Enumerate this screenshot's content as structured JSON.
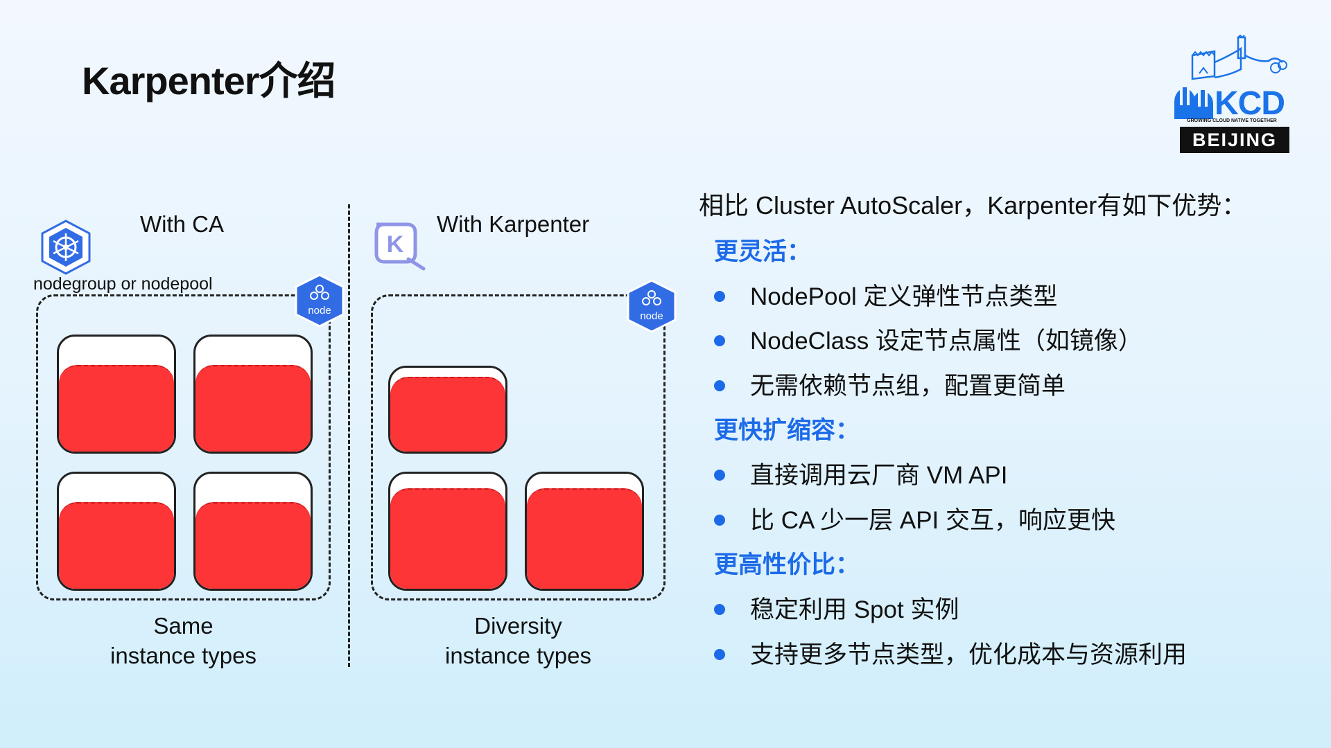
{
  "slide": {
    "title": "Karpenter介绍"
  },
  "logo": {
    "brand": "KCD",
    "tagline": "GROWING CLOUD NATIVE TOGETHER",
    "city": "BEIJING"
  },
  "diagram": {
    "left": {
      "header": "With CA",
      "group_label": "nodegroup or nodepool",
      "node_badge": "node",
      "caption_line1": "Same",
      "caption_line2": "instance types"
    },
    "right": {
      "header": "With Karpenter",
      "karpenter_letter": "K",
      "node_badge": "node",
      "caption_line1": "Diversity",
      "caption_line2": "instance types"
    }
  },
  "advantages": {
    "intro": "相比 Cluster AutoScaler，Karpenter有如下优势：",
    "sections": [
      {
        "heading": "更灵活：",
        "items": [
          "NodePool 定义弹性节点类型",
          "NodeClass 设定节点属性（如镜像）",
          "无需依赖节点组，配置更简单"
        ]
      },
      {
        "heading": "更快扩缩容：",
        "items": [
          "直接调用云厂商 VM API",
          "比 CA 少一层 API 交互，响应更快"
        ]
      },
      {
        "heading": "更高性价比：",
        "items": [
          "稳定利用 Spot 实例",
          "支持更多节点类型，优化成本与资源利用"
        ]
      }
    ]
  },
  "colors": {
    "accent": "#1c6ae8",
    "instance_fill": "#fd3537",
    "k8s_blue": "#326ce5",
    "karpenter_purple": "#8f95e6"
  }
}
